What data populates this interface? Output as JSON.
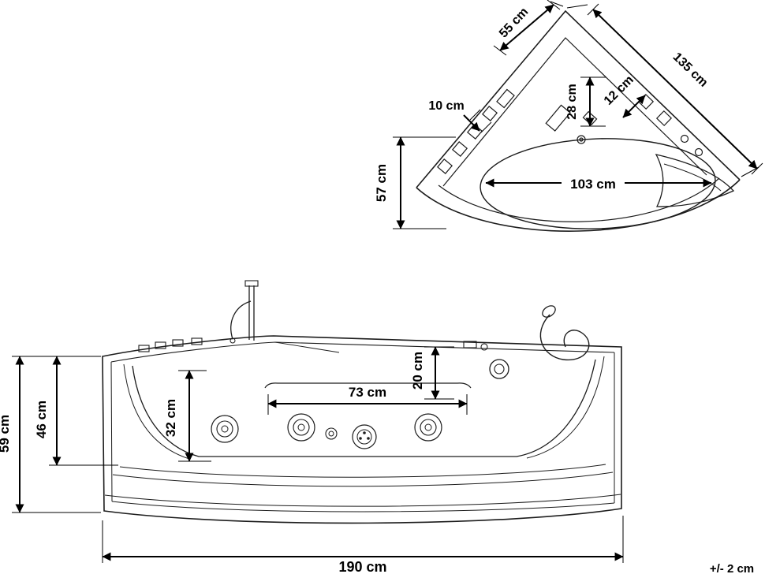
{
  "labels": {
    "top": {
      "back_edge_left": "55 cm",
      "back_edge_right": "135 cm",
      "corner_depth": "28 cm",
      "rim_width": "12 cm",
      "jet_offset": "10 cm",
      "side_depth": "57 cm",
      "basin_length": "103 cm"
    },
    "front": {
      "overall_height": "59 cm",
      "shell_height": "46 cm",
      "inner_depth": "32 cm",
      "seat_width": "73 cm",
      "rim_to_water": "20 cm",
      "overall_width": "190 cm"
    },
    "tolerance": "+/- 2 cm"
  },
  "colors": {
    "line": "#000000",
    "background": "#ffffff"
  }
}
